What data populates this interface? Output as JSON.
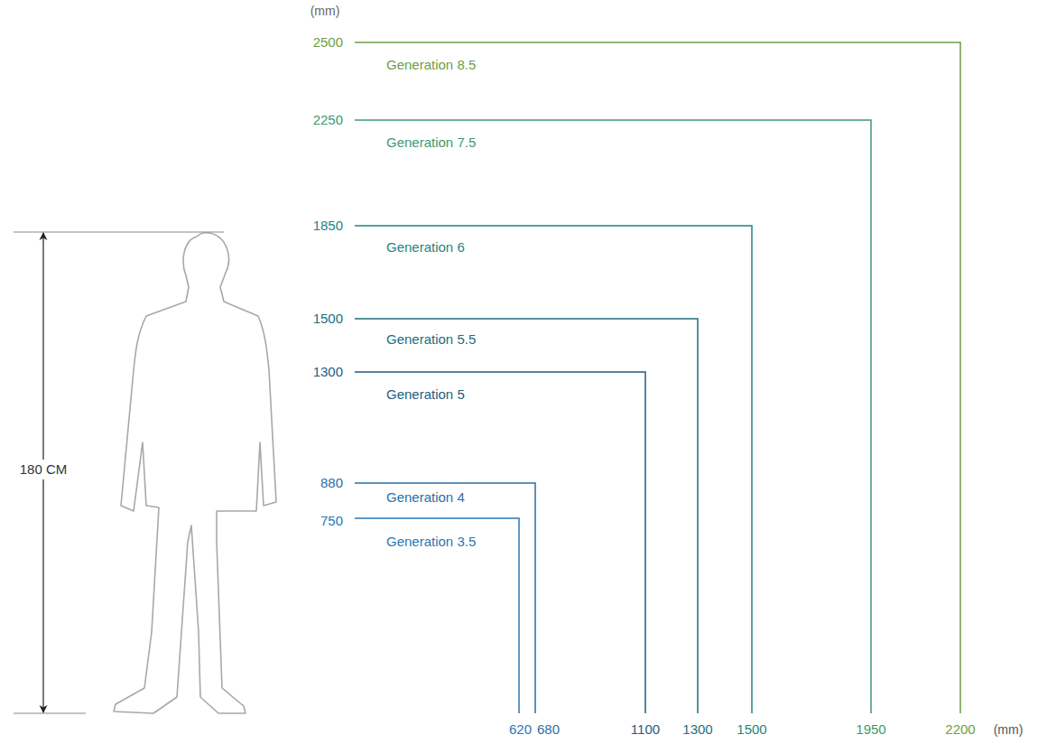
{
  "diagram": {
    "labels": [
      "(mm)",
      "2500",
      "Generation 8.5",
      "2250",
      "Generation 7.5",
      "1850",
      "Generation 6",
      "1500",
      "Generation 5.5",
      "1300",
      "Generation 5",
      "880",
      "Generation 4",
      "750",
      "Generation 3.5",
      "180 CM",
      "620",
      "680",
      "1100",
      "1300",
      "1500",
      "1950",
      "2200",
      "(mm)"
    ]
  }
}
